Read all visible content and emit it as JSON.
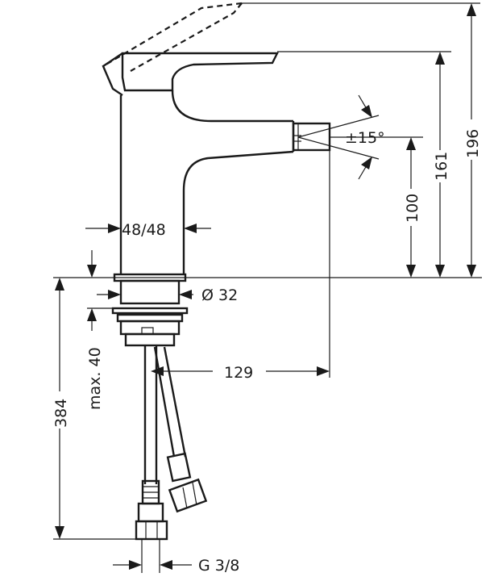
{
  "dimensions": {
    "total_height": "196",
    "spout_top_height": "161",
    "spout_outlet_height": "100",
    "body_width": "48/48",
    "mounting_diameter": "Ø 32",
    "deck_thickness": "max. 40",
    "spout_reach": "129",
    "hose_length": "384",
    "angle": "±15°",
    "connection": "G 3/8"
  }
}
